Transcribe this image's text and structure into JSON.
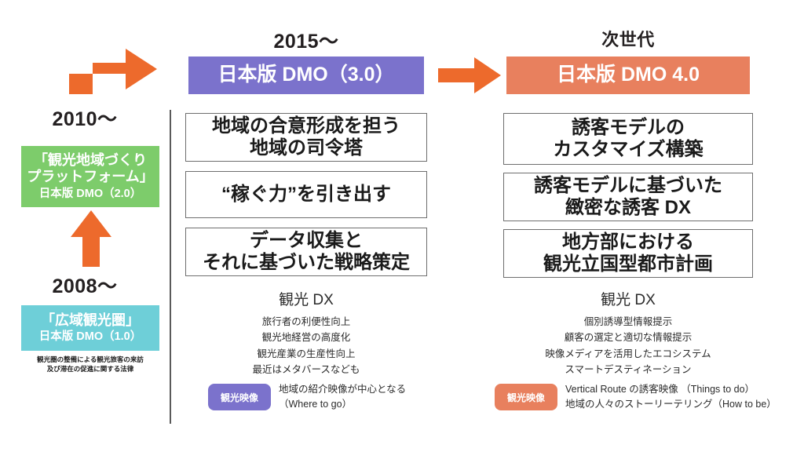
{
  "slide": {
    "title": "日本版DMO 1.0 → 4.0 発展段階図",
    "background_color": "#ffffff",
    "divider_color": "#5a5a5a"
  },
  "colors": {
    "orange_arrow": "#ED6A2C",
    "cyan_box": "#6ECFD8",
    "green_box": "#7DCC6B",
    "purple_box": "#7B72CC",
    "salmon_box": "#E8805E",
    "box_border": "#6e6e6e",
    "text": "#231f20"
  },
  "timeline": {
    "stage_1": {
      "era": "2008〜",
      "title_main": "「広域観光圏」",
      "title_sub": "日本版 DMO（1.0）",
      "color": "#6ECFD8",
      "footnote": "観光圏の整備による観光旅客の来訪\n及び滞在の促進に関する法律"
    },
    "stage_2": {
      "era": "2010〜",
      "title_main": "「観光地域づくり\nプラットフォーム」",
      "title_sub": "日本版 DMO（2.0）",
      "color": "#7DCC6B"
    },
    "stage_3": {
      "era": "2015〜",
      "title": "日本版 DMO（3.0）",
      "color": "#7B72CC"
    },
    "stage_4": {
      "era": "次世代",
      "title": "日本版 DMO 4.0",
      "color": "#E8805E"
    }
  },
  "column_dmo3": {
    "features": [
      "地域の合意形成を担う\n地域の司令塔",
      "“稼ぐ力”を引き出す",
      "データ収集と\nそれに基づいた戦略策定"
    ],
    "dx_title": "観光 DX",
    "dx_items": [
      "旅行者の利便性向上",
      "観光地経営の高度化",
      "観光産業の生産性向上",
      "最近はメタバースなども"
    ],
    "badge_label": "観光映像",
    "badge_color": "#7B72CC",
    "badge_notes": [
      "地域の紹介映像が中心となる",
      "（Where to go）"
    ]
  },
  "column_dmo4": {
    "features": [
      "誘客モデルの\nカスタマイズ構築",
      "誘客モデルに基づいた\n緻密な誘客 DX",
      "地方部における\n観光立国型都市計画"
    ],
    "dx_title": "観光 DX",
    "dx_items": [
      "個別誘導型情報提示",
      "顧客の選定と適切な情報提示",
      "映像メディアを活用したエコシステム",
      "スマートデスティネーション"
    ],
    "badge_label": "観光映像",
    "badge_color": "#E8805E",
    "badge_notes": [
      "Vertical Route の誘客映像 （Things to do）",
      "地域の人々のストーリーテリング（How to be）"
    ]
  },
  "arrows": {
    "elbow_up_right": "elbow-arrow-icon",
    "vertical_up": "up-arrow-icon",
    "horizontal_right": "right-arrow-icon"
  }
}
